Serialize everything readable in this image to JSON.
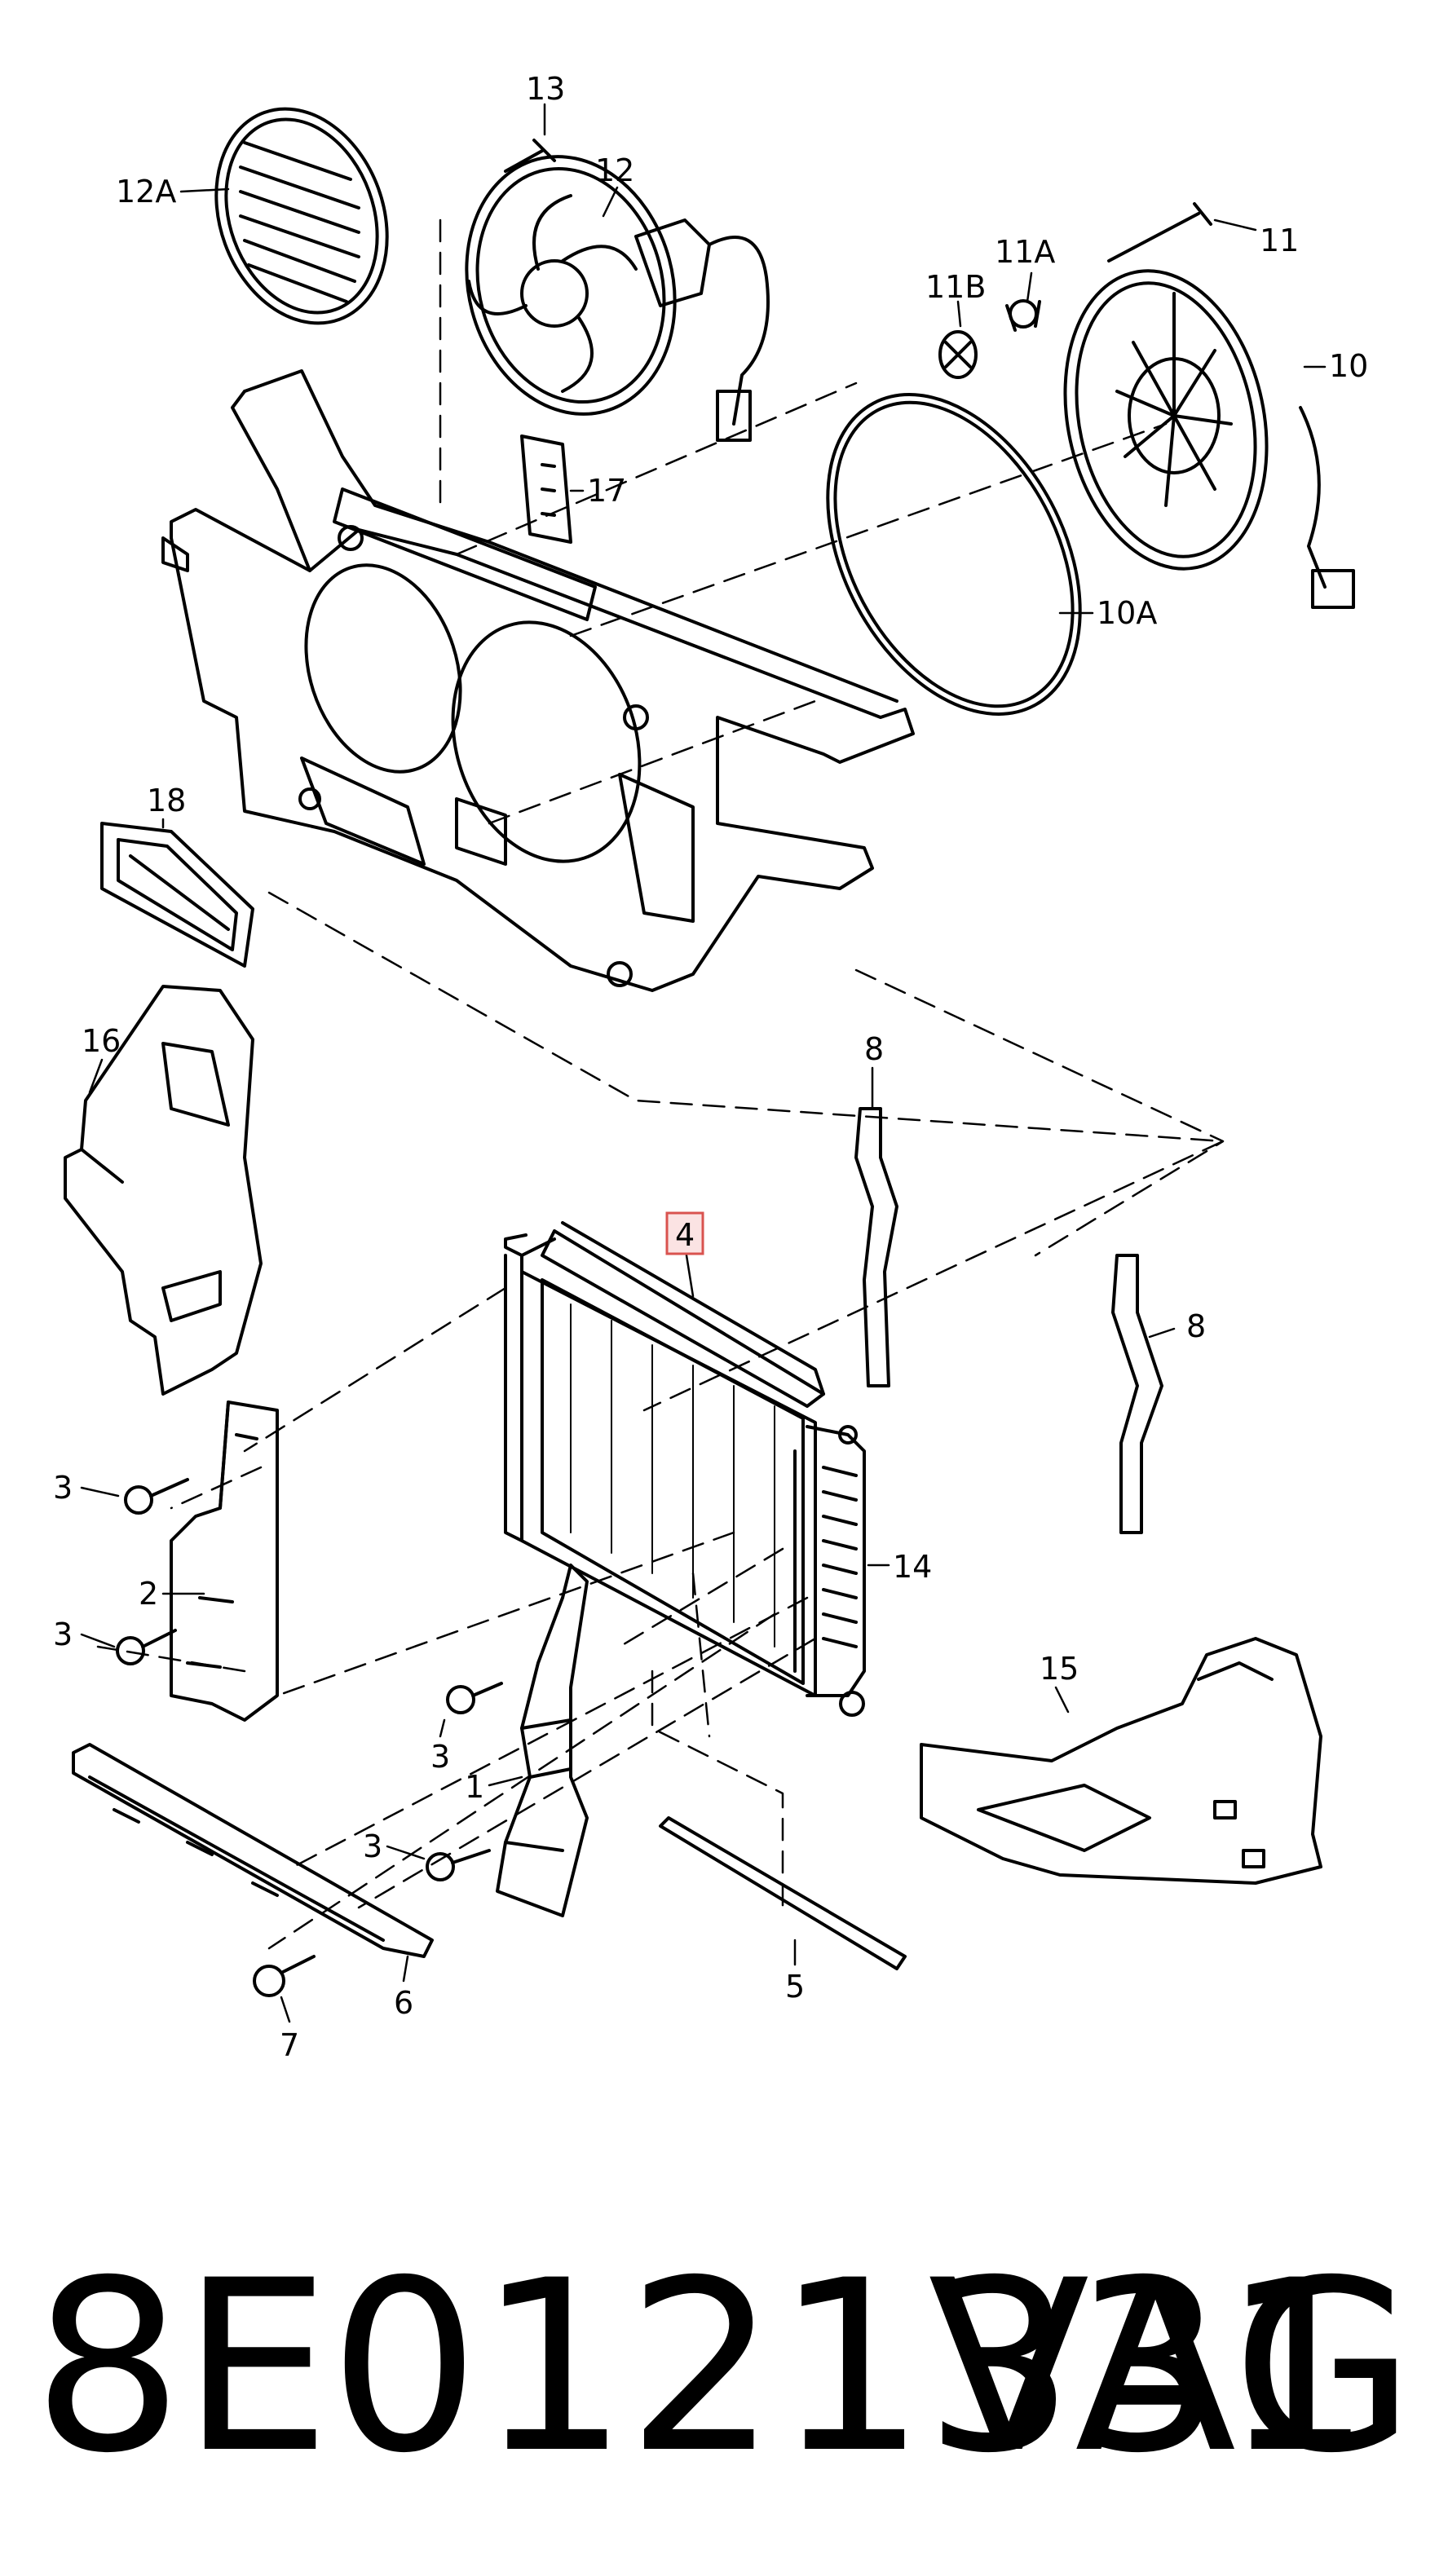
{
  "callouts": {
    "c13": "13",
    "c12": "12",
    "c12A": "12A",
    "c11": "11",
    "c11A": "11A",
    "c11B": "11B",
    "c10": "10",
    "c10A": "10A",
    "c17": "17",
    "c18": "18",
    "c16": "16",
    "c8a": "8",
    "c8b": "8",
    "c4": "4",
    "c14": "14",
    "c15": "15",
    "c3a": "3",
    "c2": "2",
    "c3b": "3",
    "c3c": "3",
    "c1": "1",
    "c3d": "3",
    "c5": "5",
    "c6": "6",
    "c7": "7"
  },
  "footer": {
    "part_number": "8E0121331",
    "brand": "VAG"
  },
  "colors": {
    "line": "#000000",
    "highlight_border": "#d9534f",
    "highlight_fill": "#fbe3e3"
  }
}
